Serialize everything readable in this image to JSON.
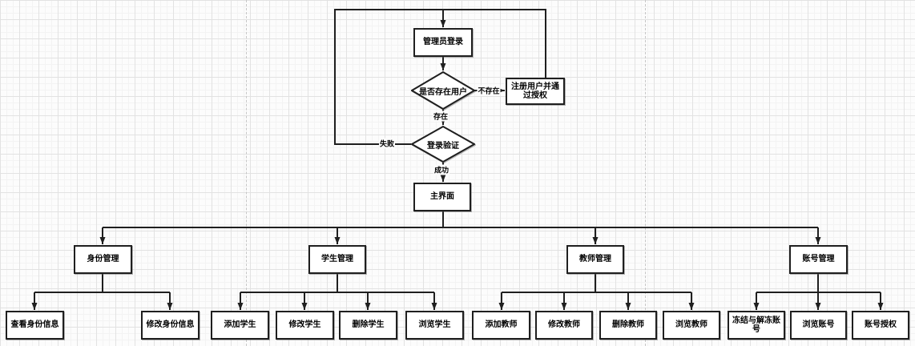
{
  "flow": {
    "admin_login": "管理员登录",
    "user_exists_decision": "是否存在用户",
    "register_user": "注册用户并通过授权",
    "login_verify_decision": "登录验证",
    "main_screen": "主界面"
  },
  "edge_labels": {
    "not_exists": "不存在",
    "exists": "存在",
    "fail": "失败",
    "success": "成功"
  },
  "branches": [
    {
      "label": "身份管理",
      "children": [
        "查看身份信息",
        "修改身份信息"
      ]
    },
    {
      "label": "学生管理",
      "children": [
        "添加学生",
        "修改学生",
        "删除学生",
        "浏览学生"
      ]
    },
    {
      "label": "教师管理",
      "children": [
        "添加教师",
        "修改教师",
        "删除教师",
        "浏览教师"
      ]
    },
    {
      "label": "账号管理",
      "children": [
        "冻结与解冻账号",
        "浏览账号",
        "账号授权"
      ]
    }
  ],
  "colors": {
    "connector": "#1f1f1f",
    "grid_minor": "#f3f3f3",
    "grid_major": "#e2e2e2",
    "page_break": "#c6c6c6",
    "shape_fill": "#ffffff"
  }
}
